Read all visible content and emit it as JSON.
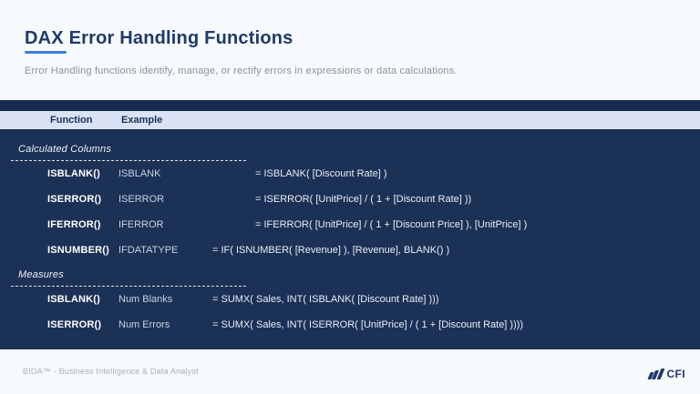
{
  "slide": {
    "title": "DAX Error Handling Functions",
    "subtitle": "Error Handling functions identify, manage, or rectify errors in expressions or data calculations.",
    "accent_color": "#3d7be0",
    "navy_color": "#1c3156",
    "header_row_color": "#d9e3f5"
  },
  "table": {
    "headers": {
      "function": "Function",
      "example": "Example"
    },
    "sections": [
      {
        "label": "Calculated Columns",
        "rows": [
          {
            "function": "ISBLANK()",
            "example": "ISBLANK",
            "formula": "= ISBLANK( [Discount Rate] )"
          },
          {
            "function": "ISERROR()",
            "example": "ISERROR",
            "formula": "= ISERROR( [UnitPrice] / ( 1 + [Discount Rate] ))"
          },
          {
            "function": "IFERROR()",
            "example": "IFERROR",
            "formula": "= IFERROR( [UnitPrice] / ( 1 + [Discount Price] ), [UnitPrice] )"
          },
          {
            "function": "ISNUMBER()",
            "example": "IFDATATYPE",
            "formula": "= IF( ISNUMBER( [Revenue] ), [Revenue], BLANK() )"
          }
        ]
      },
      {
        "label": "Measures",
        "rows": [
          {
            "function": "ISBLANK()",
            "example": "Num Blanks",
            "formula": "= SUMX( Sales, INT( ISBLANK( [Discount Rate] )))"
          },
          {
            "function": "ISERROR()",
            "example": "Num Errors",
            "formula": "= SUMX( Sales, INT( ISERROR( [UnitPrice] / ( 1 + [Discount Rate] ))))"
          }
        ]
      }
    ]
  },
  "footer": {
    "left_text": "BIDA™ - Business Intelligence & Data Analyst",
    "logo_text": "CFI"
  }
}
